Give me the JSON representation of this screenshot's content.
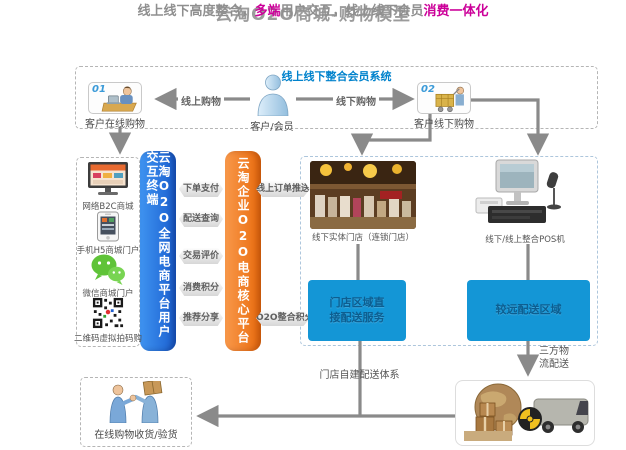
{
  "header": {
    "title": "云淘O2O商城-购物模型",
    "subtitle": [
      {
        "text": "线上线下高度整合，",
        "accent": false
      },
      {
        "text": "多端",
        "accent": true
      },
      {
        "text": "用户交互，线上线下会员",
        "accent": false
      },
      {
        "text": "消费一体化",
        "accent": true
      }
    ],
    "accent_color": "#cc0099"
  },
  "member_system": {
    "title": "线上线下整合会员系统",
    "online_node": {
      "num": "01",
      "label": "客户在线购物"
    },
    "center_node": {
      "label": "客户/会员"
    },
    "offline_node": {
      "num": "02",
      "label": "客户线下购物"
    },
    "online_arrow_label": "线上购物",
    "offline_arrow_label": "线下购物"
  },
  "terminals": {
    "items": [
      {
        "icon": "monitor-icon",
        "label": "网络B2C商城"
      },
      {
        "icon": "phone-icon",
        "label": "手机H5商城门户"
      },
      {
        "icon": "wechat-icon",
        "label": "微信商城门户"
      },
      {
        "icon": "qrcode-icon",
        "label": "二维码虚拟拍码购"
      }
    ]
  },
  "platforms": {
    "user_terminal": "云淘O2O全网电商平台用户交互终端",
    "core_platform": "云淘企业O2O电商核心平台",
    "user_terminal_colors": [
      "#3f93f0",
      "#1a5fd0"
    ],
    "core_platform_colors": [
      "#f8984a",
      "#ea6b0d"
    ]
  },
  "interactions": [
    "下单支付",
    "配送查询",
    "交易评价",
    "消费积分",
    "推荐分享"
  ],
  "links": {
    "order_push": "线上订单推送",
    "points": "O2O整合积分"
  },
  "offline_zone": {
    "store_label": "线下实体门店（连锁门店）",
    "pos_label": "线下/线上整合POS机",
    "direct_delivery": "门店区域直接配送服务",
    "far_delivery": "较远配送区域",
    "box_color": "#1496d6"
  },
  "logistics": {
    "self_built": "门店自建配送体系",
    "third_party": "三方物流配送",
    "receive": "在线购物收货/验货"
  }
}
